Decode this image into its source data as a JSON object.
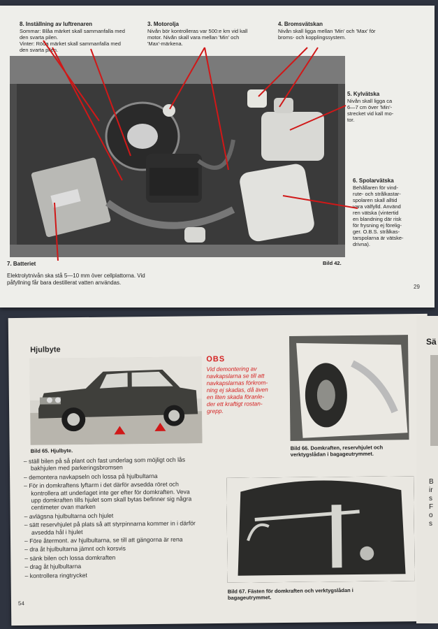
{
  "top_page": {
    "labels": {
      "luftrenare": {
        "title": "8. Inställning av luftrenaren",
        "lines": [
          "Sommar: Blåa märket skall sammanfalla med",
          "den svarta pilen.",
          "Vinter: Röda märket skall sammanfalla med",
          "den svarta pilen."
        ]
      },
      "motorolja": {
        "title": "3. Motorolja",
        "lines": [
          "Nivån bör kontrolleras var 500:e km vid kall",
          "motor. Nivån skall vara mellan 'Min' och",
          "'Max'-märkena."
        ]
      },
      "bromsvatskan": {
        "title": "4. Bromsvätskan",
        "lines": [
          "Nivån skall ligga mellan 'Min' och 'Max' för",
          "broms- och kopplingssystem."
        ]
      },
      "kylvatska": {
        "title": "5. Kylvätska",
        "lines": [
          "Nivån skall ligga ca",
          "6—7 cm över 'Min'-",
          "strecket vid kall mo-",
          "tor."
        ]
      },
      "spolarvatska": {
        "title": "6. Spolarvätska",
        "lines": [
          "Behållaren för vind-",
          "rute- och strålkastar-",
          "spolaren skall alltid",
          "vara välfylld. Använd",
          "ren vätska (vintertid",
          "en blandning där risk",
          "för frysning ej förelig-",
          "ger. O.B.S. strålkas-",
          "tarspolarna är vätske-",
          "drivna)."
        ]
      },
      "batteriet": {
        "title": "7. Batteriet",
        "lines": [
          "Elektrolytnivån ska stå 5—10 mm över cellplattorna. Vid",
          "påfyllning får bara destillerat vatten användas."
        ]
      }
    },
    "figure_caption": "Bild 42.",
    "page_number": "29"
  },
  "bottom_page": {
    "section_title": "Hjulbyte",
    "fig65_caption": "Bild 65. Hjulbyte.",
    "obs": {
      "title": "OBS",
      "lines": [
        "Vid demontering av",
        "navkapslarna se till att",
        "navkapslarnas förkrom-",
        "ning ej skadas, då även",
        "en liten skada föranle-",
        "der ett kraftigt rostan-",
        "grepp."
      ]
    },
    "fig66_caption": [
      "Bild 66. Domkraften, reservhjulet och",
      "verktygslådan i bagageutrymmet."
    ],
    "fig67_caption": [
      "Bild 67. Fästen för domkraften och verktygslådan i",
      "bagageutrymmet."
    ],
    "steps": [
      "ställ bilen på så plant och fast underlag som möjligt och lås bakhjulen med parkeringsbromsen",
      "demontera navkapseln och lossa på hjulbultarna",
      "För in domkraftens lyftarm i det därför avsedda röret och kontrollera att underlaget inte ger efter för domkraften. Veva upp domkraften tills hjulet som skall bytas befinner sig några centimeter ovan marken",
      "avlägsna hjulbultarna och hjulet",
      "sätt reservhjulet på plats så att styrpinnarna kommer in i därför avsedda hål i hjulet",
      "Före återmont. av hjulbultarna, se till att gängorna är rena",
      "dra åt hjulbultarna jämnt och korsvis",
      "sänk bilen och lossa domkraften",
      "drag åt hjulbultarna",
      "kontrollera ringtrycket"
    ],
    "page_number": "54"
  },
  "right_edge": {
    "peek_title": "Sä",
    "peek_text": [
      "B",
      "ir",
      "s",
      "F",
      "o",
      "s"
    ]
  },
  "colors": {
    "accent_red": "#d01818",
    "paper": "#eeeeea",
    "background": "#2f3440"
  }
}
